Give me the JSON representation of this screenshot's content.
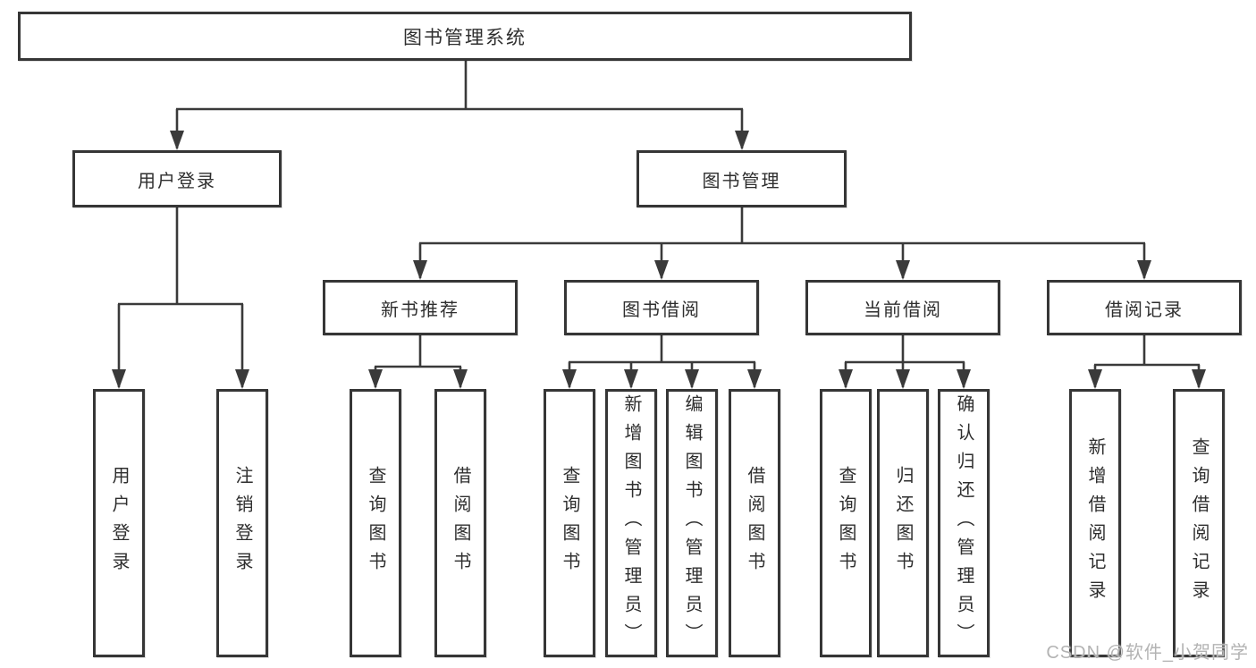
{
  "tree": {
    "root": {
      "label": "图书管理系统"
    },
    "level2": [
      {
        "label": "用户登录",
        "children": [
          {
            "label": "用户登录"
          },
          {
            "label": "注销登录"
          }
        ]
      },
      {
        "label": "图书管理",
        "children": [
          {
            "label": "新书推荐",
            "children": [
              {
                "label": "查询图书"
              },
              {
                "label": "借阅图书"
              }
            ]
          },
          {
            "label": "图书借阅",
            "children": [
              {
                "label": "查询图书"
              },
              {
                "label": "新增图书（管理员）"
              },
              {
                "label": "编辑图书（管理员）"
              },
              {
                "label": "借阅图书"
              }
            ]
          },
          {
            "label": "当前借阅",
            "children": [
              {
                "label": "查询图书"
              },
              {
                "label": "归还图书"
              },
              {
                "label": "确认归还（管理员）"
              }
            ]
          },
          {
            "label": "借阅记录",
            "children": [
              {
                "label": "新增借阅记录"
              },
              {
                "label": "查询借阅记录"
              }
            ]
          }
        ]
      }
    ]
  },
  "watermark": {
    "text": "CSDN @软件_小贺同学"
  },
  "colors": {
    "line": "#3a3a3a",
    "border": "#363636",
    "text": "#2e2e2e",
    "watermark": "#b3b3b3",
    "background": "#ffffff"
  }
}
